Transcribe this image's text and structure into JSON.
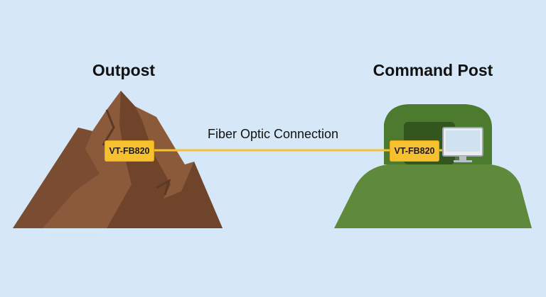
{
  "diagram": {
    "left_site": {
      "title": "Outpost",
      "device_label": "VT-FB820",
      "terrain_icon": "mountain-icon"
    },
    "right_site": {
      "title": "Command Post",
      "device_label": "VT-FB820",
      "terrain_icon": "bunker-hill-icon",
      "equipment_icon": "computer-monitor-icon"
    },
    "connection": {
      "label": "Fiber Optic Connection",
      "color": "#f7c02d"
    },
    "colors": {
      "background": "#d6e8f7",
      "mountain": "#8a5a3b",
      "hill": "#5f8a3c",
      "device": "#f7c02d"
    }
  }
}
